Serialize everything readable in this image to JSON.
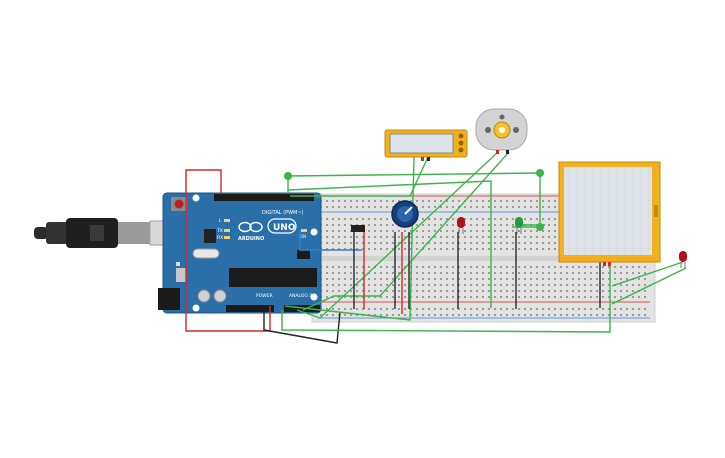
{
  "arduino": {
    "brand": "ARDUINO",
    "model": "UNO",
    "digital_header": "DIGITAL (PWM~)",
    "power_header": "POWER",
    "analog_header": "ANALOG IN",
    "led_l": "L",
    "led_tx": "TX",
    "led_rx": "RX",
    "on_label": "ON"
  },
  "colors": {
    "board": "#2a6fa8",
    "breadboard": "#e6e6e6",
    "wire_green": "#3cb44b",
    "wire_red": "#d62828",
    "wire_black": "#222222",
    "wire_blue": "#2f7fd6",
    "module_yellow": "#f2b01e",
    "led_red": "#b0121b",
    "led_green": "#1e9e3a"
  },
  "components": [
    "usb-cable",
    "arduino-uno",
    "breadboard",
    "potentiometer",
    "lcd-module",
    "dc-motor",
    "red-led",
    "green-led",
    "graph-display",
    "external-red-led",
    "transistor"
  ]
}
